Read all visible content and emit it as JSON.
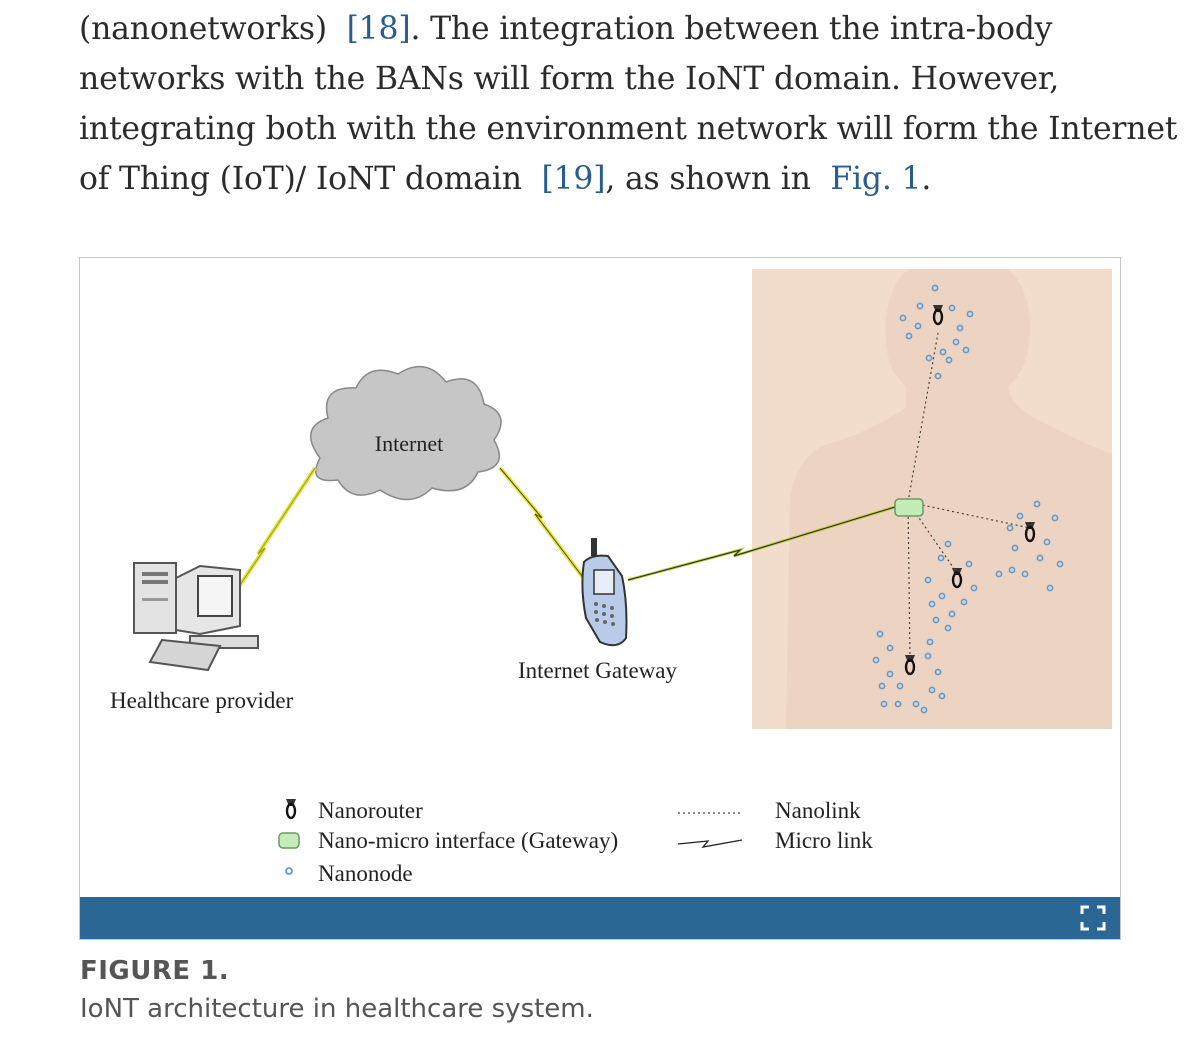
{
  "paragraph": {
    "line1": {
      "pre": "(nanonetworks)  ",
      "ref": "[18]",
      "post": ". The integration between the intra-body"
    },
    "line2": "networks with the BANs will form the IoNT domain. However,",
    "line3": "integrating both with the environment network will form the Internet",
    "line4": {
      "pre": "of Thing (IoT)/ IoNT domain  ",
      "ref": "[19]",
      "mid": ", as shown in  ",
      "fig": "Fig. 1",
      "post": "."
    }
  },
  "figure": {
    "labels": {
      "internet": "Internet",
      "healthcare_provider": "Healthcare provider",
      "internet_gateway": "Internet Gateway"
    },
    "legend": {
      "nanorouter": "Nanorouter",
      "interface": "Nano-micro interface (Gateway)",
      "nanonode": "Nanonode",
      "nanolink": "Nanolink",
      "microlink": "Micro link"
    },
    "colors": {
      "body": "#f2dccb",
      "cloud": "#c8c8c8",
      "lightning": "#e6e63a",
      "nanonode": "#5b9bd5",
      "interface": "#b9e6b0",
      "bar": "#2b6794"
    },
    "expand_icon": "expand-icon"
  },
  "caption": {
    "label": "FIGURE 1.",
    "text": "IoNT architecture in healthcare system."
  }
}
